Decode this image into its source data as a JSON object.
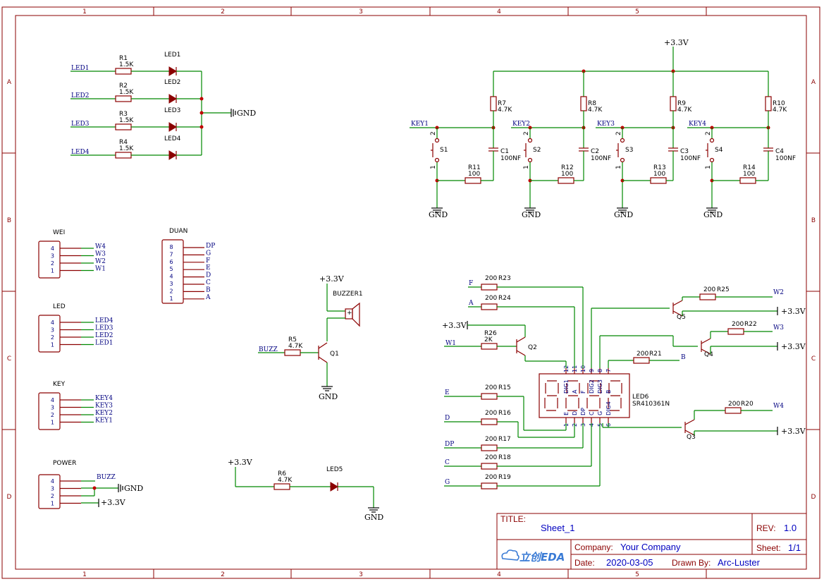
{
  "frame": {
    "cols": [
      "1",
      "2",
      "3",
      "4",
      "5"
    ],
    "rows": [
      "A",
      "B",
      "C",
      "D"
    ]
  },
  "leds": [
    {
      "net": "LED1",
      "res": "R1",
      "val": "1.5K",
      "led": "LED1"
    },
    {
      "net": "LED2",
      "res": "R2",
      "val": "1.5K",
      "led": "LED2"
    },
    {
      "net": "LED3",
      "res": "R3",
      "val": "1.5K",
      "led": "LED3"
    },
    {
      "net": "LED4",
      "res": "R4",
      "val": "1.5K",
      "led": "LED4"
    }
  ],
  "gnd": "GND",
  "vcc": "+3.3V",
  "keys": [
    {
      "net": "KEY1",
      "r": "R7",
      "rv": "4.7K",
      "sw": "S1",
      "c": "C1",
      "cv": "100NF",
      "r2": "R11",
      "r2v": "100"
    },
    {
      "net": "KEY2",
      "r": "R8",
      "rv": "4.7K",
      "sw": "S2",
      "c": "C2",
      "cv": "100NF",
      "r2": "R12",
      "r2v": "100"
    },
    {
      "net": "KEY3",
      "r": "R9",
      "rv": "4.7K",
      "sw": "S3",
      "c": "C3",
      "cv": "100NF",
      "r2": "R13",
      "r2v": "100"
    },
    {
      "net": "KEY4",
      "r": "R10",
      "rv": "4.7K",
      "sw": "S4",
      "c": "C4",
      "cv": "100NF",
      "r2": "R14",
      "r2v": "100"
    }
  ],
  "swpins": {
    "p1": "1",
    "p2": "2"
  },
  "headers": {
    "wei": {
      "title": "WEI",
      "pins": [
        "4",
        "3",
        "2",
        "1"
      ],
      "nets": [
        "W4",
        "W3",
        "W2",
        "W1"
      ]
    },
    "duan": {
      "title": "DUAN",
      "pins": [
        "8",
        "7",
        "6",
        "5",
        "4",
        "3",
        "2",
        "1"
      ],
      "nets": [
        "DP",
        "G",
        "F",
        "E",
        "D",
        "C",
        "B",
        "A"
      ]
    },
    "led": {
      "title": "LED",
      "pins": [
        "4",
        "3",
        "2",
        "1"
      ],
      "nets": [
        "LED4",
        "LED3",
        "LED2",
        "LED1"
      ]
    },
    "key": {
      "title": "KEY",
      "pins": [
        "4",
        "3",
        "2",
        "1"
      ],
      "nets": [
        "KEY4",
        "KEY3",
        "KEY2",
        "KEY1"
      ]
    },
    "power": {
      "title": "POWER",
      "pins": [
        "4",
        "3",
        "2",
        "1"
      ],
      "buzz": "BUZZ",
      "gnd": "GND",
      "vcc": "+3.3V"
    }
  },
  "buzzer": {
    "vcc": "+3.3V",
    "name": "BUZZER1",
    "plus": "+",
    "net": "BUZZ",
    "r": "R5",
    "rv": "4.7K",
    "q": "Q1",
    "gnd": "GND"
  },
  "led5": {
    "vcc": "+3.3V",
    "r": "R6",
    "rv": "4.7K",
    "led": "LED5",
    "gnd": "GND"
  },
  "display": {
    "name": "LED6",
    "part": "SR410361N",
    "toppins": [
      "12",
      "11",
      "10",
      "9",
      "8",
      "7"
    ],
    "topnames": [
      "DIG1",
      "A",
      "F",
      "DIG2",
      "DIG3",
      "B"
    ],
    "botpins": [
      "1",
      "2",
      "3",
      "4",
      "5",
      "6"
    ],
    "botnames": [
      "E",
      "D",
      "DP",
      "C",
      "G",
      "DIG4"
    ],
    "segres": [
      {
        "net": "F",
        "val": "200",
        "r": "R23"
      },
      {
        "net": "A",
        "val": "200",
        "r": "R24"
      },
      {
        "net": "E",
        "val": "200",
        "r": "R15"
      },
      {
        "net": "D",
        "val": "200",
        "r": "R16"
      },
      {
        "net": "DP",
        "val": "200",
        "r": "R17"
      },
      {
        "net": "C",
        "val": "200",
        "r": "R18"
      },
      {
        "net": "G",
        "val": "200",
        "r": "R19"
      }
    ],
    "r21": {
      "val": "200",
      "r": "R21",
      "net": "B"
    },
    "q2": {
      "vcc": "+3.3V",
      "r": "R26",
      "rv": "2K",
      "net": "W1",
      "q": "Q2"
    },
    "q5": {
      "r": "R25",
      "rv": "200",
      "net": "W2",
      "q": "Q5",
      "vcc": "+3.3V"
    },
    "q4": {
      "r": "R22",
      "rv": "200",
      "net": "W3",
      "q": "Q4",
      "vcc": "+3.3V"
    },
    "q3": {
      "r": "R20",
      "rv": "200",
      "net": "W4",
      "q": "Q3",
      "vcc": "+3.3V"
    }
  },
  "title_block": {
    "title_label": "TITLE:",
    "title": "Sheet_1",
    "rev_label": "REV:",
    "rev": "1.0",
    "company_label": "Company:",
    "company": "Your Company",
    "sheet_label": "Sheet:",
    "sheet": "1/1",
    "date_label": "Date:",
    "date": "2020-03-05",
    "drawn_label": "Drawn By:",
    "drawn": "Arc-Luster",
    "logo": "立创EDA"
  }
}
